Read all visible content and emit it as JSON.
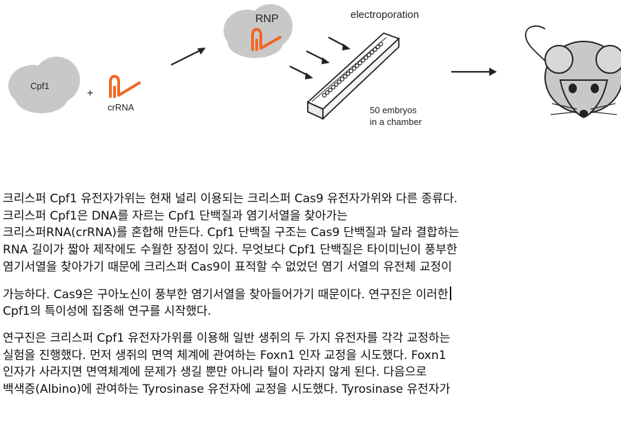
{
  "figure": {
    "labels": {
      "cpf1": "Cpf1",
      "plus": "+",
      "crrna": "crRNA",
      "rnp": "RNP",
      "electroporation": "electroporation",
      "embryos_line1": "50 embryos",
      "embryos_line2": "in a chamber"
    },
    "colors": {
      "protein_gray": "#c8c8c8",
      "rna_orange": "#f26522",
      "line_dark": "#222222"
    }
  },
  "article": {
    "paragraphs": [
      {
        "lines": [
          "크리스퍼 Cpf1 유전자가위는 현재 널리 이용되는 크리스퍼 Cas9 유전자가위와 다른 종류다.",
          "크리스퍼 Cpf1은 DNA를 자르는 Cpf1 단백질과 염기서열을 찾아가는",
          "크리스퍼RNA(crRNA)를 혼합해 만든다. Cpf1 단백질 구조는 Cas9 단백질과 달라 결합하는",
          "RNA 길이가 짧아 제작에도 수월한 장점이 있다. 무엇보다 Cpf1 단백질은 타이미닌이 풍부한",
          "염기서열을 찾아가기 때문에 크리스퍼 Cas9이 표적할 수 없었던 염기 서열의 유전체 교정이"
        ]
      },
      {
        "lines": [
          "가능하다. Cas9은 구아노신이 풍부한 염기서열을 찾아들어가기 때문이다. 연구진은 이러한",
          "Cpf1의 특이성에 집중해 연구를 시작했다."
        ]
      },
      {
        "lines": [
          "연구진은 크리스퍼 Cpf1 유전자가위를 이용해 일반 생쥐의 두 가지 유전자를 각각 교정하는",
          "실험을 진행했다. 먼저 생쥐의 면역 체계에 관여하는 Foxn1 인자 교정을 시도했다. Foxn1",
          "인자가 사라지면 면역체계에 문제가 생길 뿐만 아니라 털이 자라지 않게 된다. 다음으로",
          "백색증(Albino)에 관여하는 Tyrosinase 유전자에 교정을 시도했다. Tyrosinase 유전자가"
        ]
      }
    ]
  }
}
